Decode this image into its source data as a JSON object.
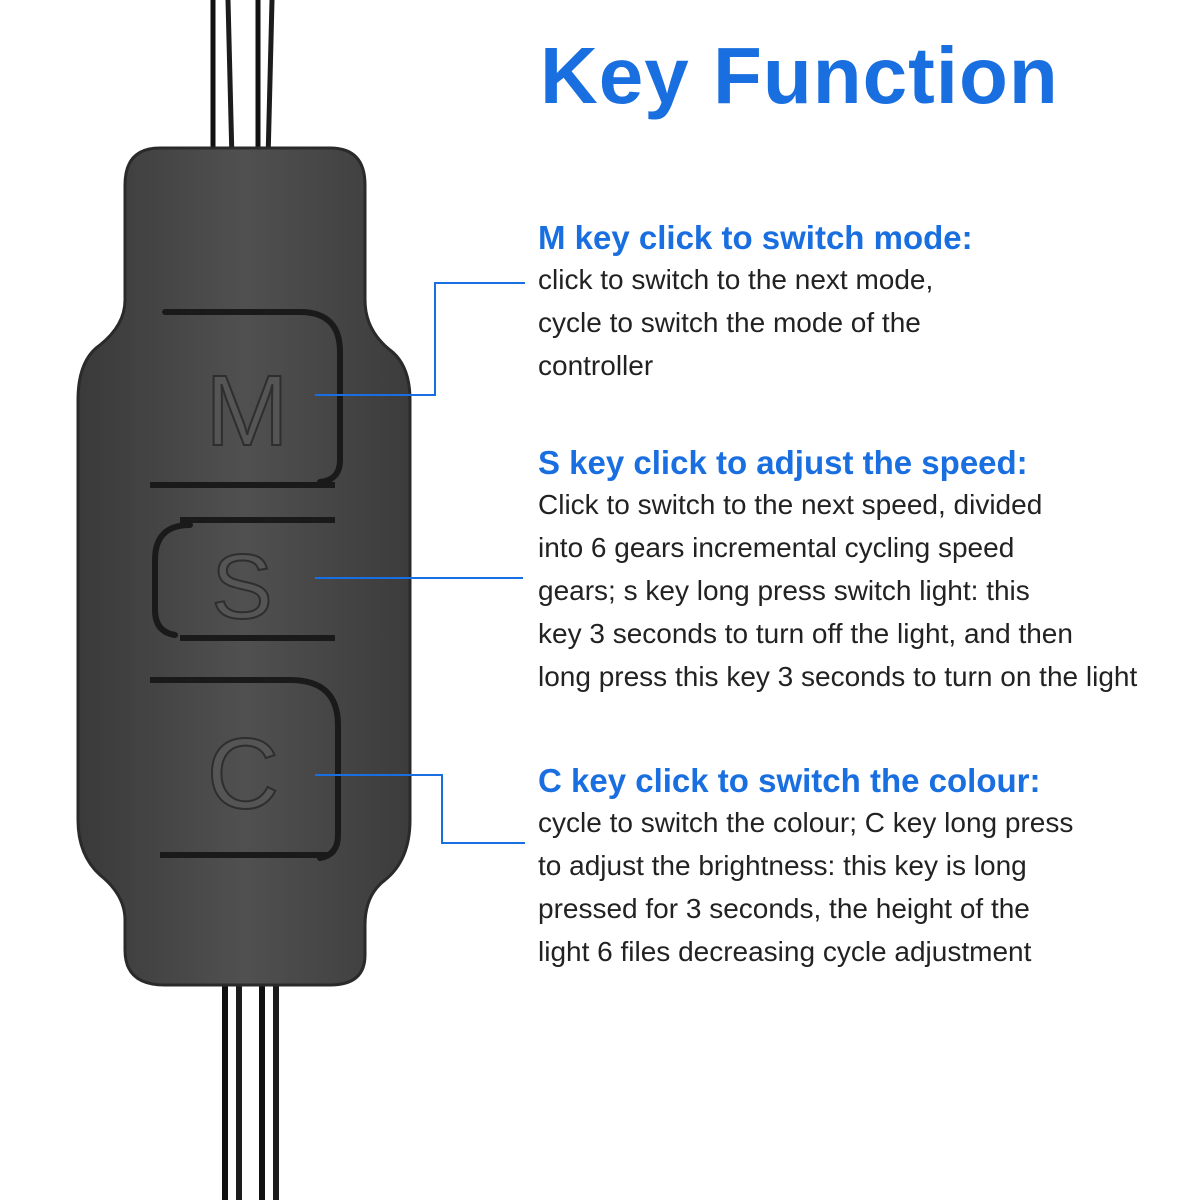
{
  "title": "Key Function",
  "colors": {
    "accent": "#1a6fe0",
    "body_text": "#222222",
    "controller_body": "#4a4a4a",
    "cable": "#111111"
  },
  "controller": {
    "keys": [
      {
        "letter": "M"
      },
      {
        "letter": "S"
      },
      {
        "letter": "C"
      }
    ]
  },
  "sections": [
    {
      "heading": "M key click to switch mode:",
      "lines": [
        "click to switch to the next mode,",
        "cycle to switch the mode of the",
        "controller"
      ]
    },
    {
      "heading": "S key click to adjust the speed:",
      "lines": [
        "Click to switch to the next speed, divided",
        "into 6 gears incremental cycling speed",
        "gears; s key long press switch light: this",
        "key 3 seconds to turn off the light, and then",
        "long press this key 3 seconds to turn on the light"
      ]
    },
    {
      "heading": "C key click to switch the colour:",
      "lines": [
        "cycle to switch the colour; C key long press",
        "to adjust the brightness: this key is long",
        "pressed for 3 seconds, the height of the",
        "light 6 files decreasing cycle adjustment"
      ]
    }
  ]
}
